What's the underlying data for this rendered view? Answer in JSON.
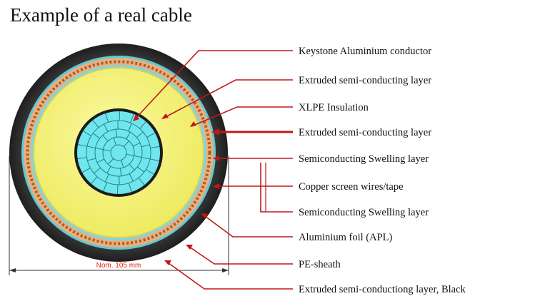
{
  "title": "Example of a real cable",
  "dimension_label": "Nom. 105 mm",
  "labels": [
    "Keystone Aluminium conductor",
    "Extruded semi-conducting layer",
    "XLPE Insulation",
    "Extruded semi-conducting layer",
    "Semiconducting Swelling layer",
    "Copper screen wires/tape",
    "Semiconducting Swelling layer",
    "Aluminium foil (APL)",
    "PE-sheath",
    "Extruded semi-conductiong layer, Black"
  ],
  "colors": {
    "leader_red": "#c01818",
    "sheath": "#2f2f2f",
    "insulation": "#f4f27a",
    "conductor": "#6fe6ee",
    "copper": "#b55a1e",
    "swelling": "#7fd6e0"
  }
}
